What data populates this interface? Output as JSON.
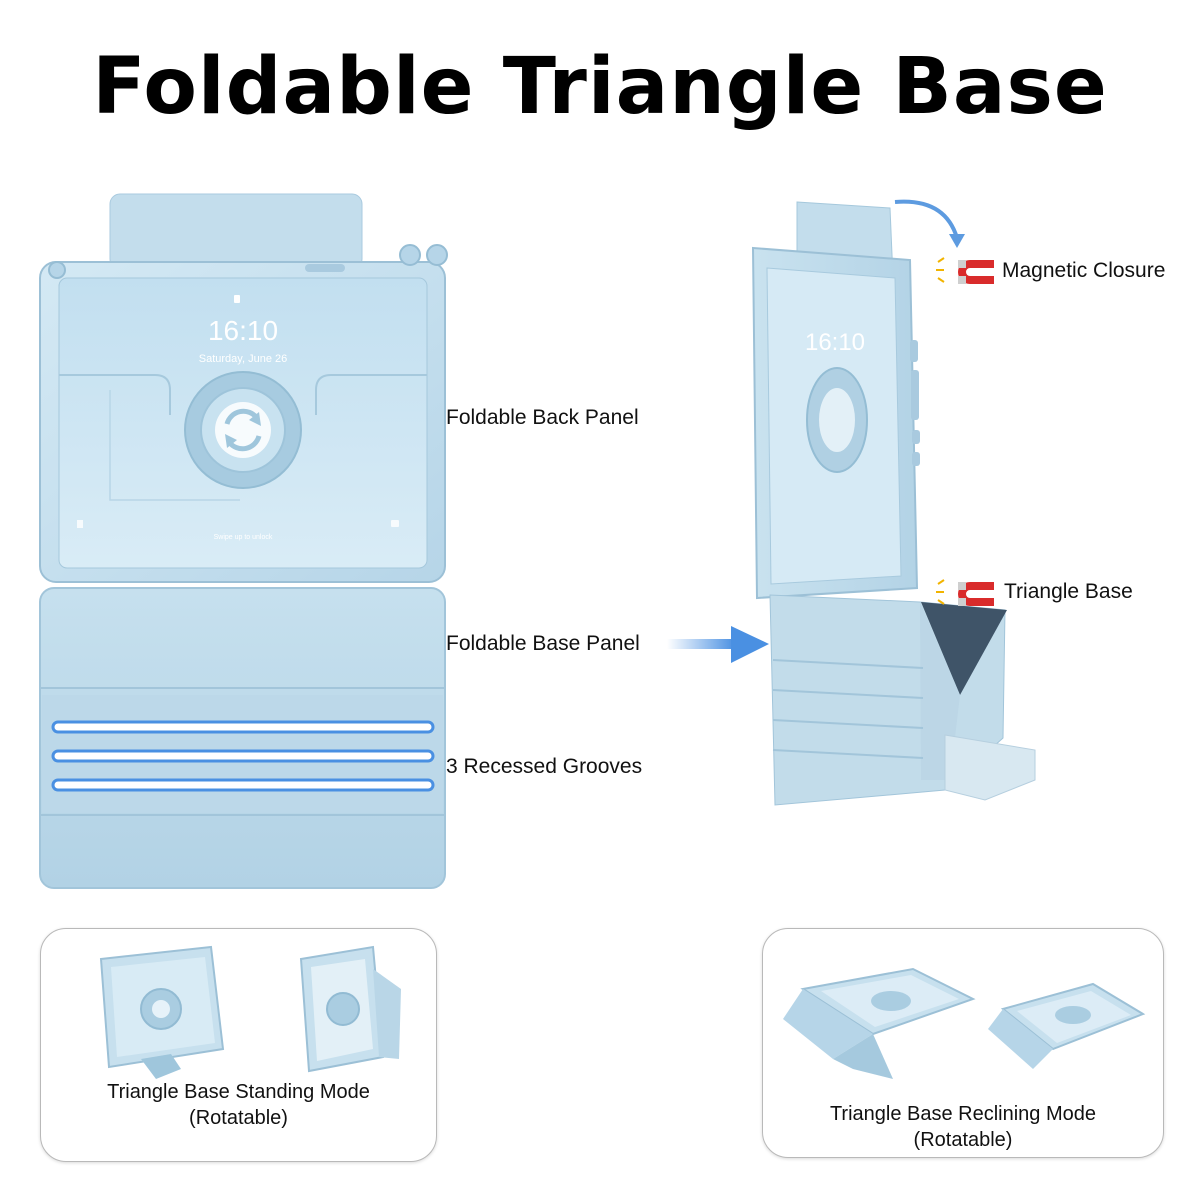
{
  "title": "Foldable Triangle Base",
  "tablet_screen": {
    "time": "16:10",
    "date": "Saturday, June 26",
    "unlock_hint": "Swipe up to unlock"
  },
  "side_screen": {
    "time": "16:10"
  },
  "callouts": {
    "back_panel": "Foldable Back Panel",
    "base_panel": "Foldable Base Panel",
    "grooves": "3 Recessed Grooves",
    "magnetic_closure": "Magnetic Closure",
    "triangle_base": "Triangle Base"
  },
  "modes": [
    {
      "line1": "Triangle Base Standing Mode",
      "line2": "(Rotatable)"
    },
    {
      "line1": "Triangle Base Reclining Mode",
      "line2": "(Rotatable)"
    }
  ],
  "colors": {
    "case_light": "#c9e1ee",
    "case_mid": "#b3d3e6",
    "case_dark": "#9fc3d9",
    "groove_blue": "#4a90e2",
    "arrow_blue": "#4a90e2",
    "magnet_red": "#d92b2b"
  }
}
